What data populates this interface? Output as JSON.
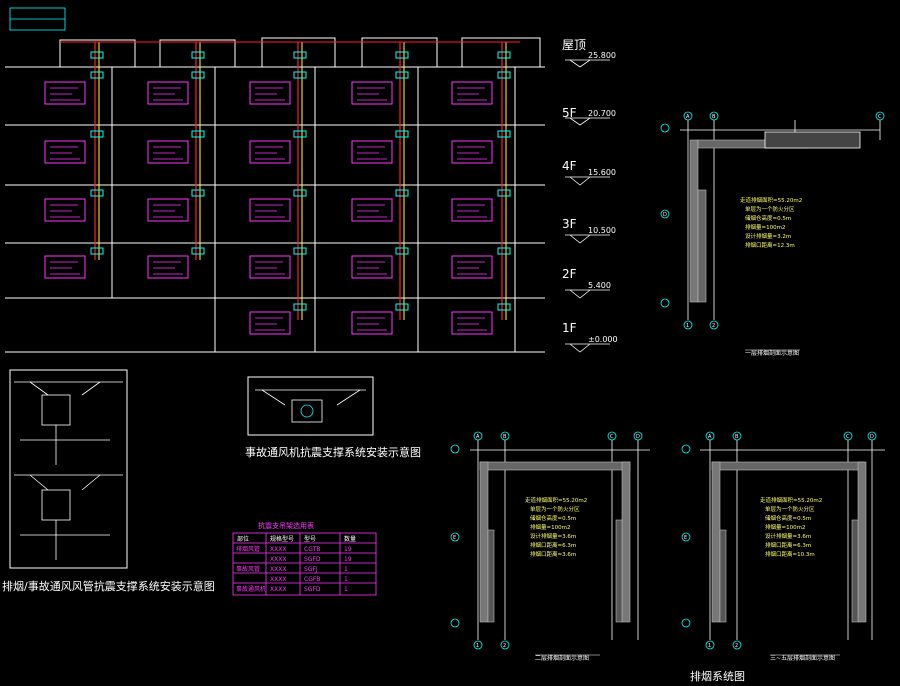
{
  "colors": {
    "background": "#000000",
    "structure": "#ffffff",
    "duct_red": "#ff2020",
    "duct_yellow": "#ffff40",
    "equipment_magenta": "#ff33ff",
    "level_cyan": "#00ffff",
    "wall_hatch": "#bbbbbb"
  },
  "elevation": {
    "levels": [
      {
        "label": "屋顶",
        "value": "25.800"
      },
      {
        "label": "5F",
        "value": "20.700"
      },
      {
        "label": "4F",
        "value": "15.600"
      },
      {
        "label": "3F",
        "value": "10.500"
      },
      {
        "label": "2F",
        "value": "5.400"
      },
      {
        "label": "1F",
        "value": "±0.000"
      }
    ]
  },
  "details": {
    "duct_support_title": "排烟/事故通风风管抗震支撑系统安装示意图",
    "fan_support_title": "事故通风机抗震支撑系统安装示意图",
    "smoke_system_title": "排烟系统图"
  },
  "support_table": {
    "title": "抗震支吊架选用表",
    "headers": [
      "部位",
      "规格型号",
      "型号",
      "数量"
    ],
    "rows": [
      [
        "排烟风管",
        "XXXX",
        "CGTB",
        "19"
      ],
      [
        "",
        "XXXX",
        "SGFD",
        "19"
      ],
      [
        "事故风管",
        "XXXX",
        "SGFJ",
        "1"
      ],
      [
        "",
        "XXXX",
        "CGFB",
        "1"
      ],
      [
        "事故通风机",
        "XXXX",
        "SGFD",
        "1"
      ]
    ]
  },
  "section_notes": {
    "a": [
      "走道排烟面积=55.20m2",
      "单层为一个防火分区",
      "储烟仓高度=0.5m",
      "排烟量=100m2",
      "设计排烟量=3.2m",
      "排烟口距离=12.3m"
    ],
    "b": [
      "走道排烟面积=55.20m2",
      "单层为一个防火分区",
      "储烟仓高度=0.5m",
      "排烟量=100m2",
      "设计排烟量=3.6m",
      "排烟口距离=6.3m",
      "排烟口距离=3.6m"
    ],
    "c": [
      "走道排烟面积=55.20m2",
      "单层为一个防火分区",
      "储烟仓高度=0.5m",
      "排烟量=100m2",
      "设计排烟量=3.6m",
      "排烟口距离=6.3m",
      "排烟口距离=10.3m"
    ]
  },
  "section_captions": {
    "a": "一层排烟剖面示意图",
    "b": "二层排烟剖面示意图",
    "c": "三~五层排烟剖面示意图"
  },
  "grid_axes": {
    "a": [
      "A",
      "B",
      "C",
      "D",
      "1",
      "2"
    ],
    "b": [
      "A",
      "B",
      "C",
      "D",
      "E",
      "1",
      "2"
    ],
    "c": [
      "A",
      "B",
      "C",
      "D",
      "E",
      "1",
      "2"
    ]
  }
}
